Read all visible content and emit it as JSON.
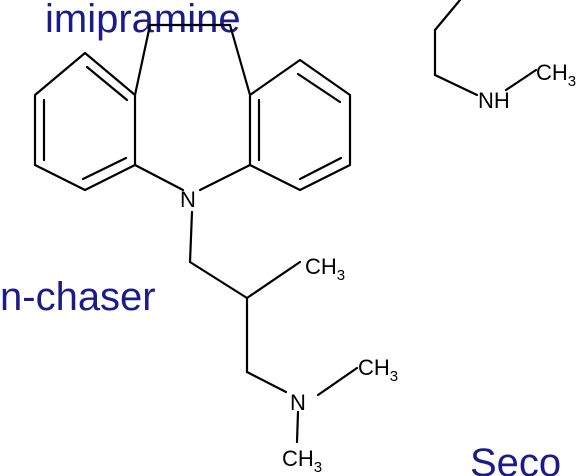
{
  "slide": {
    "fragment_top": "imipramine",
    "fragment_middle": "n-chaser",
    "fragment_bottom": "Seco"
  },
  "molecule_main": {
    "n_ring": "N",
    "ch3_top": "CH",
    "ch3_top_sub": "3",
    "n_amine": "N",
    "ch3_right": "CH",
    "ch3_right_sub": "3",
    "ch3_bottom": "CH",
    "ch3_bottom_sub": "3"
  },
  "molecule_side": {
    "nh": "NH",
    "ch3": "CH",
    "ch3_sub": "3"
  },
  "colors": {
    "text_blue": "#1b1b8a",
    "bond": "#000000",
    "background": "#ffffff"
  }
}
